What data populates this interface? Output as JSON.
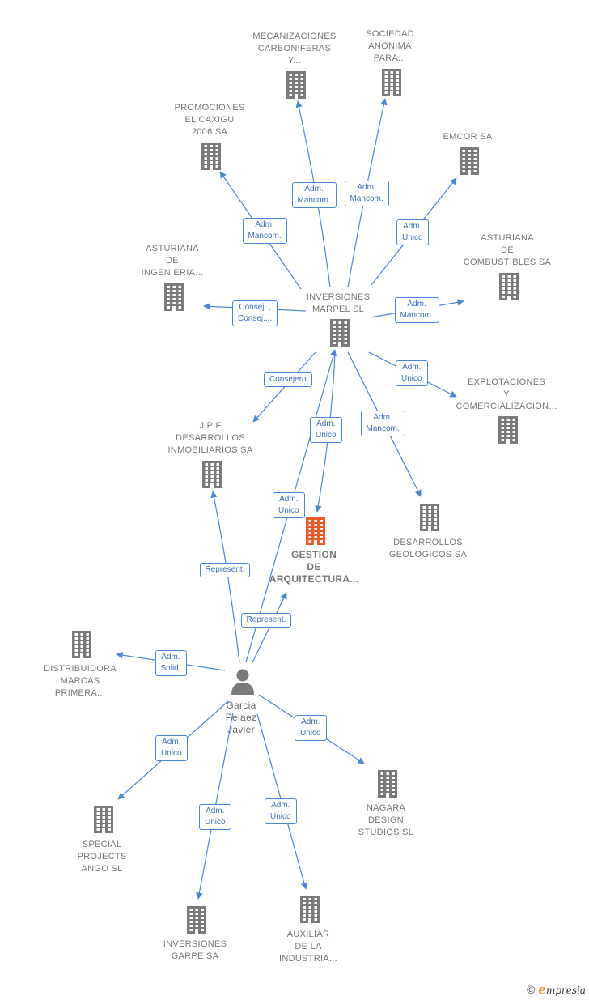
{
  "colors": {
    "node": "#7a7a7a",
    "focus": "#f05a28",
    "edge": "#4a86d6",
    "label_text": "#777777"
  },
  "nodes": [
    {
      "id": "inversiones_marpel",
      "lines": [
        "INVERSIONES",
        "MARPEL SL"
      ],
      "kind": "company",
      "icon": "building-icon"
    },
    {
      "id": "mecanizaciones",
      "lines": [
        "MECANIZACIONES",
        "CARBONIFERAS",
        "Y..."
      ],
      "kind": "company",
      "icon": "building-icon"
    },
    {
      "id": "sociedad_anonima",
      "lines": [
        "SOCIEDAD",
        "ANONIMA",
        "PARA..."
      ],
      "kind": "company",
      "icon": "building-icon"
    },
    {
      "id": "promociones_caxigu",
      "lines": [
        "PROMOCIONES",
        "EL CAXIGU",
        "2006 SA"
      ],
      "kind": "company",
      "icon": "building-icon"
    },
    {
      "id": "emcor",
      "lines": [
        "EMCOR SA"
      ],
      "kind": "company",
      "icon": "building-icon"
    },
    {
      "id": "asturiana_ingenieria",
      "lines": [
        "ASTURIANA",
        "DE",
        "INGENIERIA..."
      ],
      "kind": "company",
      "icon": "building-icon"
    },
    {
      "id": "asturiana_combustibles",
      "lines": [
        "ASTURIANA",
        "DE",
        "COMBUSTIBLES SA"
      ],
      "kind": "company",
      "icon": "building-icon"
    },
    {
      "id": "explotaciones",
      "lines": [
        "EXPLOTACIONES",
        "Y",
        "COMERCIALIZACION..."
      ],
      "kind": "company",
      "icon": "building-icon"
    },
    {
      "id": "jpf",
      "lines": [
        "J P F",
        "DESARROLLOS",
        "INMOBILIARIOS SA"
      ],
      "kind": "company",
      "icon": "building-icon"
    },
    {
      "id": "gestion_arquitectura",
      "lines": [
        "GESTION",
        "DE",
        "ARQUITECTURA..."
      ],
      "kind": "focus",
      "icon": "building-icon"
    },
    {
      "id": "desarrollos_geologicos",
      "lines": [
        "DESARROLLOS",
        "GEOLOGICOS SA"
      ],
      "kind": "company",
      "icon": "building-icon"
    },
    {
      "id": "distribuidora",
      "lines": [
        "DISTRIBUIDORA",
        "MARCAS",
        "PRIMERA..."
      ],
      "kind": "company",
      "icon": "building-icon"
    },
    {
      "id": "garcia",
      "lines": [
        "Garcia",
        "Pelaez",
        "Javier"
      ],
      "kind": "person",
      "icon": "person-icon"
    },
    {
      "id": "nagara",
      "lines": [
        "NAGARA",
        "DESIGN",
        "STUDIOS  SL"
      ],
      "kind": "company",
      "icon": "building-icon"
    },
    {
      "id": "special_projects",
      "lines": [
        "SPECIAL",
        "PROJECTS",
        "ANGO  SL"
      ],
      "kind": "company",
      "icon": "building-icon"
    },
    {
      "id": "inversiones_garpe",
      "lines": [
        "INVERSIONES",
        "GARPE SA"
      ],
      "kind": "company",
      "icon": "building-icon"
    },
    {
      "id": "auxiliar",
      "lines": [
        "AUXILIAR",
        "DE LA",
        "INDUSTRIA..."
      ],
      "kind": "company",
      "icon": "building-icon"
    }
  ],
  "edges": [
    {
      "from": "inversiones_marpel",
      "to": "mecanizaciones",
      "label": [
        "Adm.",
        "Mancom."
      ]
    },
    {
      "from": "inversiones_marpel",
      "to": "sociedad_anonima",
      "label": [
        "Adm.",
        "Mancom."
      ]
    },
    {
      "from": "inversiones_marpel",
      "to": "promociones_caxigu",
      "label": [
        "Adm.",
        "Mancom."
      ]
    },
    {
      "from": "inversiones_marpel",
      "to": "emcor",
      "label": [
        "Adm.",
        "Unico"
      ]
    },
    {
      "from": "inversiones_marpel",
      "to": "asturiana_ingenieria",
      "label": [
        "Consej. ,",
        "Consej...."
      ]
    },
    {
      "from": "inversiones_marpel",
      "to": "asturiana_combustibles",
      "label": [
        "Adm.",
        "Mancom."
      ]
    },
    {
      "from": "inversiones_marpel",
      "to": "explotaciones",
      "label": [
        "Adm.",
        "Unico"
      ]
    },
    {
      "from": "inversiones_marpel",
      "to": "jpf",
      "label": [
        "Consejero"
      ]
    },
    {
      "from": "inversiones_marpel",
      "to": "gestion_arquitectura",
      "label": [
        "Adm.",
        "Unico"
      ]
    },
    {
      "from": "inversiones_marpel",
      "to": "desarrollos_geologicos",
      "label": [
        "Adm.",
        "Mancom."
      ]
    },
    {
      "from": "garcia",
      "to": "inversiones_marpel",
      "label": [
        "Adm.",
        "Unico"
      ]
    },
    {
      "from": "garcia",
      "to": "jpf",
      "label": [
        "Represent."
      ]
    },
    {
      "from": "garcia",
      "to": "gestion_arquitectura",
      "label": [
        "Represent."
      ]
    },
    {
      "from": "garcia",
      "to": "distribuidora",
      "label": [
        "Adm.",
        "Solid."
      ]
    },
    {
      "from": "garcia",
      "to": "nagara",
      "label": [
        "Adm.",
        "Unico"
      ]
    },
    {
      "from": "garcia",
      "to": "special_projects",
      "label": [
        "Adm.",
        "Unico"
      ]
    },
    {
      "from": "garcia",
      "to": "inversiones_garpe",
      "label": [
        "Adm.",
        "Unico"
      ]
    },
    {
      "from": "garcia",
      "to": "auxiliar",
      "label": [
        "Adm.",
        "Unico"
      ]
    }
  ],
  "footer": {
    "copyright": "©",
    "brand_initial": "e",
    "brand_rest": "mpresia"
  }
}
